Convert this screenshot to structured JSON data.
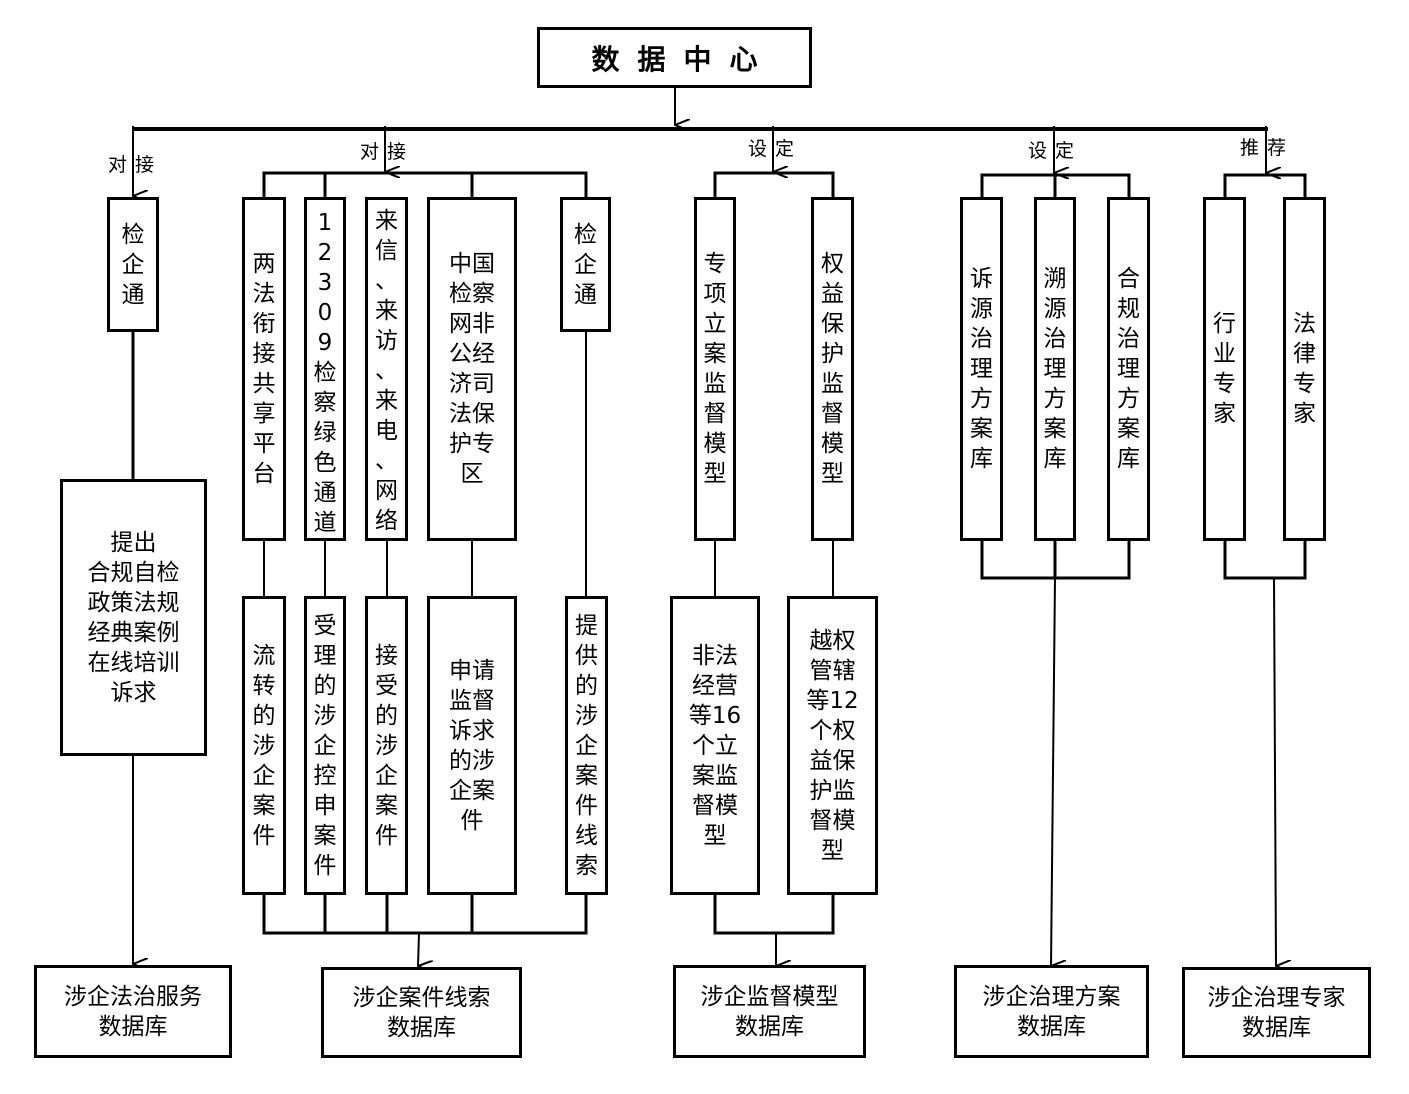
{
  "title": "数据中心",
  "branch_labels": {
    "b1": "对接",
    "b2": "对接",
    "b3": "设定",
    "b4": "设定",
    "b5": "推荐"
  },
  "branch1": {
    "source": "检\n企\n通",
    "content": "提出\n合规自检\n政策法规\n经典案例\n在线培训\n诉求",
    "database": "涉企法治服务\n数据库"
  },
  "branch2": {
    "sources": [
      "两\n法\n衔\n接\n共\n享\n平\n台",
      "1\n2\n3\n0\n9\n检\n察\n绿\n色\n通\n道",
      "来\n信\n、\n来\n访\n、\n来\n电\n、\n网\n络",
      "中国\n检察\n网非\n公经\n济司\n法保\n护专\n区",
      "检\n企\n通"
    ],
    "cases": [
      "流\n转\n的\n涉\n企\n案\n件",
      "受\n理\n的\n涉\n企\n控\n申\n案\n件",
      "接\n受\n的\n涉\n企\n案\n件",
      "申请\n监督\n诉求\n的涉\n企案\n件",
      "提\n供\n的\n涉\n企\n案\n件\n线\n索"
    ],
    "database": "涉企案件线索\n数据库"
  },
  "branch3": {
    "models": [
      "专\n项\n立\n案\n监\n督\n模\n型",
      "权\n益\n保\n护\n监\n督\n模\n型"
    ],
    "details": [
      "非法\n经营\n等16\n个立\n案监\n督模\n型",
      "越权\n管辖\n等12\n个权\n益保\n护监\n督模\n型"
    ],
    "database": "涉企监督模型\n数据库"
  },
  "branch4": {
    "libraries": [
      "诉\n源\n治\n理\n方\n案\n库",
      "溯\n源\n治\n理\n方\n案\n库",
      "合\n规\n治\n理\n方\n案\n库"
    ],
    "database": "涉企治理方案\n数据库"
  },
  "branch5": {
    "experts": [
      "行\n业\n专\n家",
      "法\n律\n专\n家"
    ],
    "database": "涉企治理专家\n数据库"
  }
}
